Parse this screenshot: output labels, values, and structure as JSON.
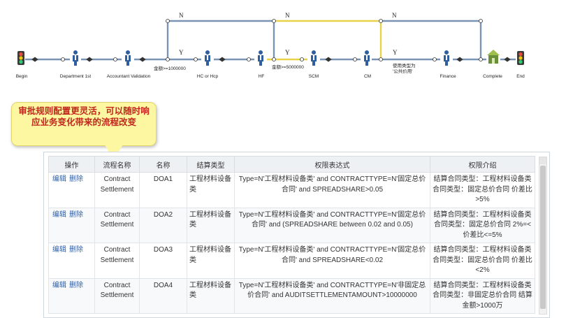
{
  "flow": {
    "nodes": [
      {
        "label": "Begin",
        "icon": "traffic-light-icon"
      },
      {
        "label": "Department 1st",
        "icon": "person-icon"
      },
      {
        "label": "Accountant Validation",
        "icon": "person-icon"
      },
      {
        "label": "HC or Hcp",
        "icon": "person-icon"
      },
      {
        "label": "HF",
        "icon": "person-icon"
      },
      {
        "label": "SCM",
        "icon": "person-icon"
      },
      {
        "label": "CM",
        "icon": "person-icon"
      },
      {
        "label": "Finance",
        "icon": "person-icon"
      },
      {
        "label": "Complete",
        "icon": "complete-icon"
      },
      {
        "label": "End",
        "icon": "traffic-light-icon"
      }
    ],
    "branch_yes": "Y",
    "branch_no": "N",
    "conditions": [
      "金额>=1000000",
      "金额>=5000000",
      "使用类型为",
      "'公共价用'"
    ],
    "colors": {
      "path": "#7b94b3",
      "highlight": "#e8d24a"
    }
  },
  "callout": {
    "text": "审批规则配置更灵活，可以随时响应业务变化带来的流程改变"
  },
  "grid": {
    "headers": [
      "操作",
      "流程名称",
      "名称",
      "结算类型",
      "权限表达式",
      "权限介绍"
    ],
    "edit_label": "编辑",
    "delete_label": "删除",
    "rows": [
      {
        "flow": "Contract Settlement",
        "name": "DOA1",
        "type": "工程材料设备类",
        "expr": "Type=N'工程材料设备类' and CONTRACTTYPE=N'固定总价合同' and SPREADSHARE>0.05",
        "desc": "结算合同类型：工程材料设备类 合同类型：固定总价合同 价差比>5%"
      },
      {
        "flow": "Contract Settlement",
        "name": "DOA2",
        "type": "工程材料设备类",
        "expr": "Type=N'工程材料设备类' and CONTRACTTYPE=N'固定总价合同' and (SPREADSHARE between 0.02 and 0.05)",
        "desc": "结算合同类型：工程材料设备类 合同类型：固定总价合同 2%=<价差比<=5%"
      },
      {
        "flow": "Contract Settlement",
        "name": "DOA3",
        "type": "工程材料设备类",
        "expr": "Type=N'工程材料设备类' and CONTRACTTYPE=N'固定总价合同' and SPREADSHARE<0.02",
        "desc": "结算合同类型：工程材料设备类 合同类型：固定总价合同 价差比<2%"
      },
      {
        "flow": "Contract Settlement",
        "name": "DOA4",
        "type": "工程材料设备类",
        "expr": "Type=N'工程材料设备类' and CONTRACTTYPE=N'非固定总价合同' and AUDITSETTLEMENTAMOUNT>10000000",
        "desc": "结算合同类型：工程材料设备类 合同类型：非固定总价合同 结算金额>1000万"
      }
    ]
  }
}
